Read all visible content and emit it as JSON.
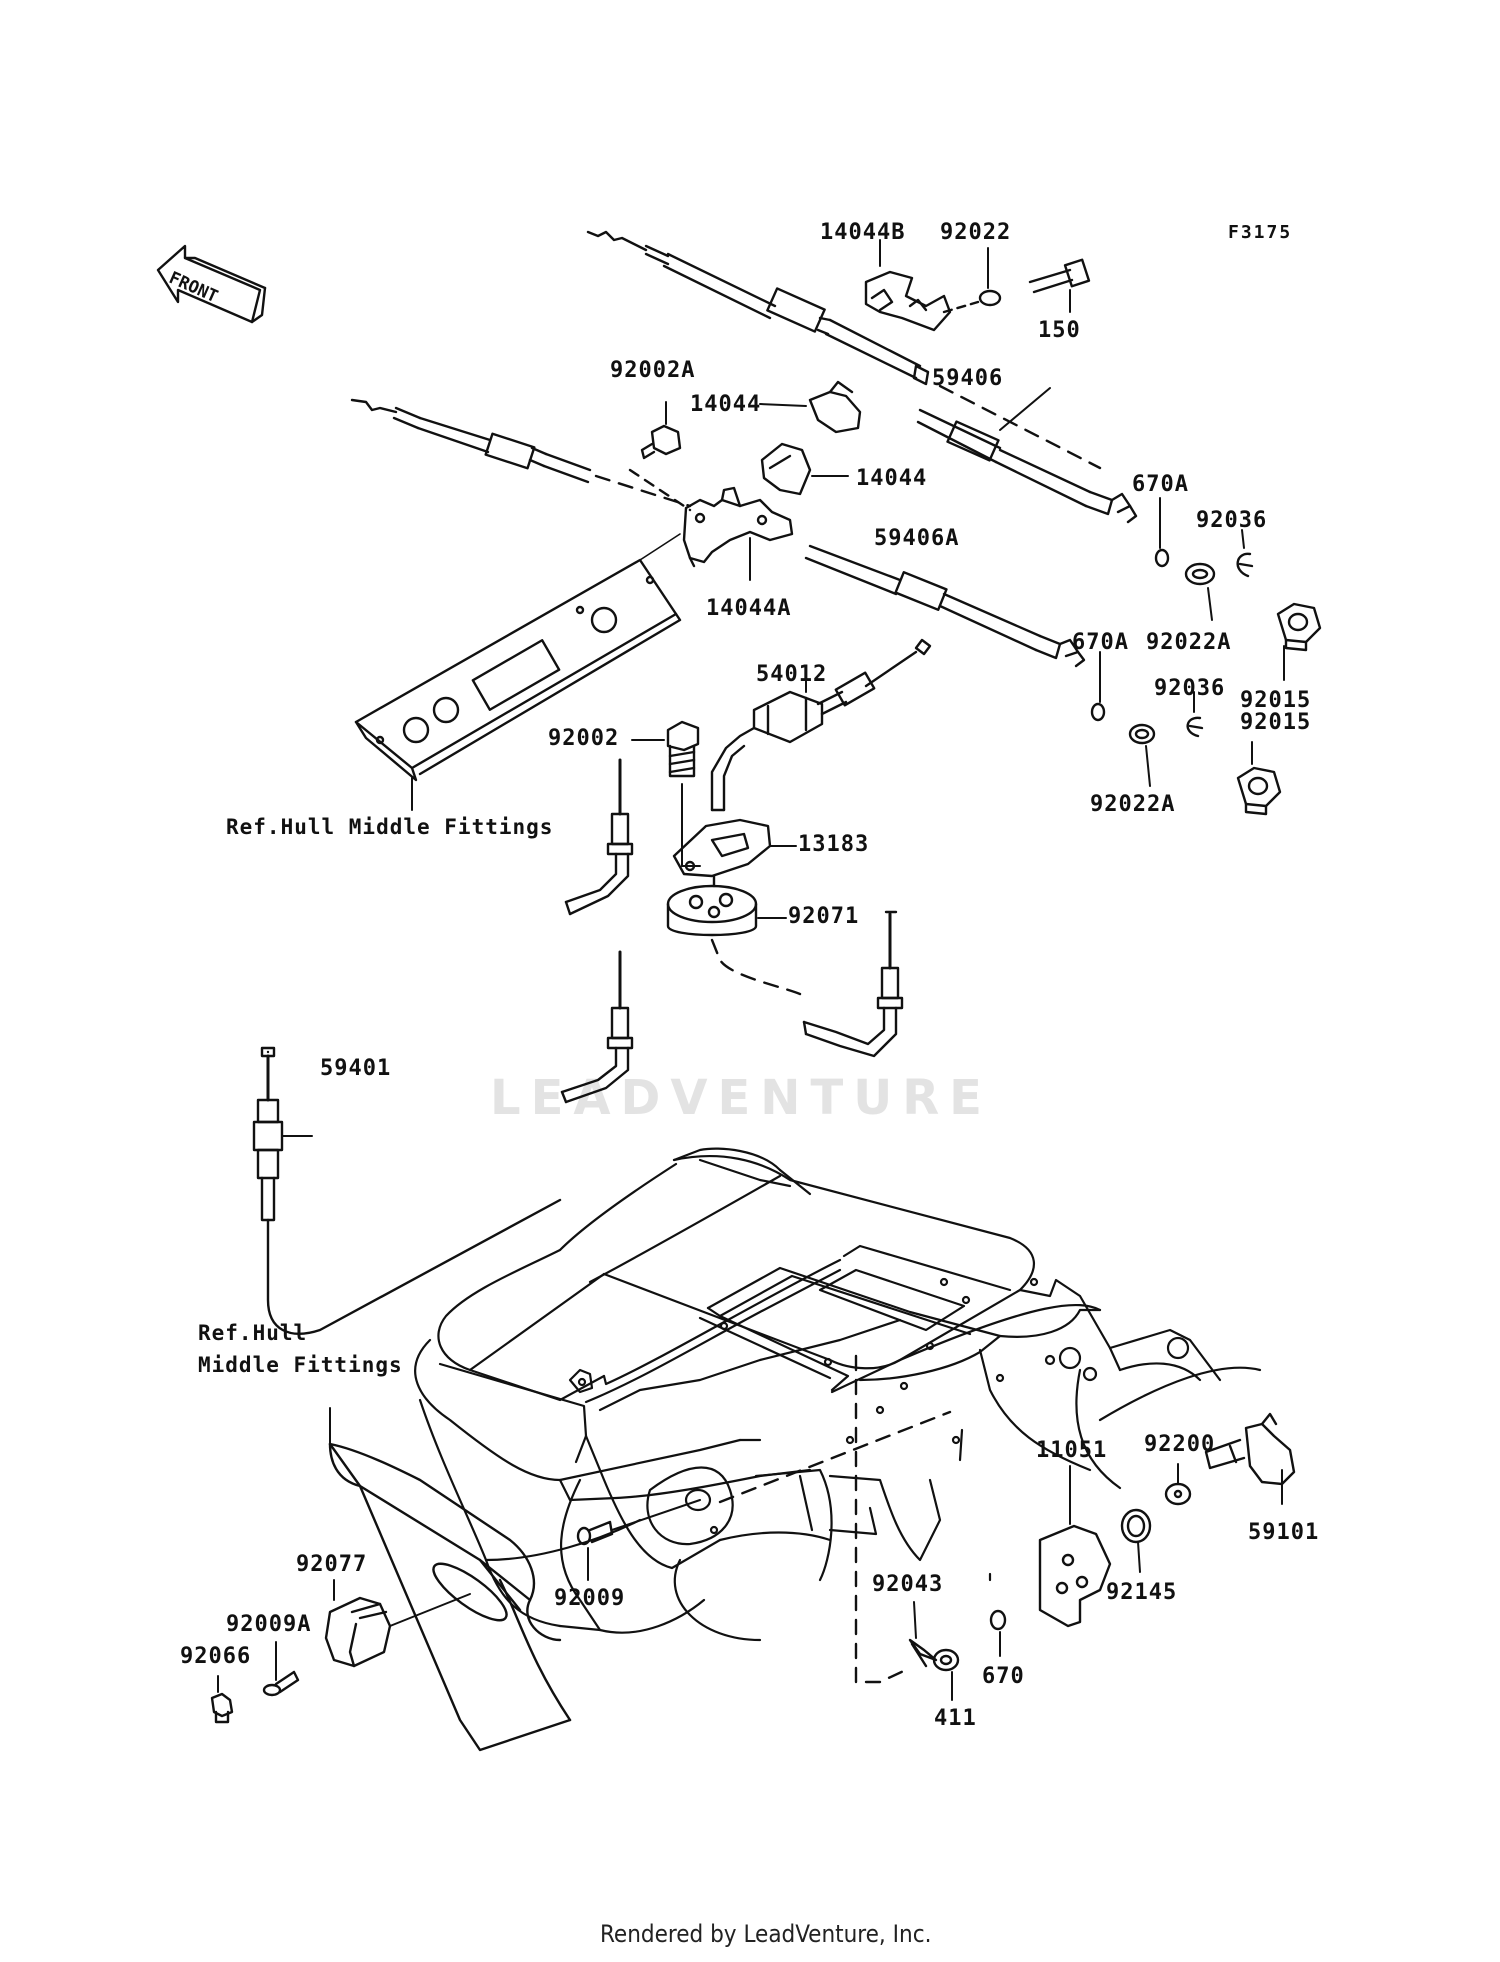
{
  "diagram_code": "F3175",
  "front_label": "FRONT",
  "watermark": "LEADVENTURE",
  "footer": "Rendered by LeadVenture, Inc.",
  "refs": {
    "hull_middle_upper": "Ref.Hull Middle Fittings",
    "hull_middle_lower_1": "Ref.Hull",
    "hull_middle_lower_2": "Middle Fittings"
  },
  "parts": {
    "p14044B": "14044B",
    "p92022": "92022",
    "p150": "150",
    "p59406": "59406",
    "p92002A": "92002A",
    "p14044_a": "14044",
    "p14044_b": "14044",
    "p670A_a": "670A",
    "p92036_a": "92036",
    "p59406A": "59406A",
    "p14044A": "14044A",
    "p92022A_a": "92022A",
    "p92015_a": "92015",
    "p54012": "54012",
    "p670A_b": "670A",
    "p92036_b": "92036",
    "p92015_b": "92015",
    "p92002": "92002",
    "p92022A_b": "92022A",
    "p13183": "13183",
    "p92071": "92071",
    "p59401": "59401",
    "p92200": "92200",
    "p11051": "11051",
    "p59101": "59101",
    "p92145": "92145",
    "p92077": "92077",
    "p92009A": "92009A",
    "p92009": "92009",
    "p92043": "92043",
    "p92066": "92066",
    "p670": "670",
    "p411": "411"
  }
}
